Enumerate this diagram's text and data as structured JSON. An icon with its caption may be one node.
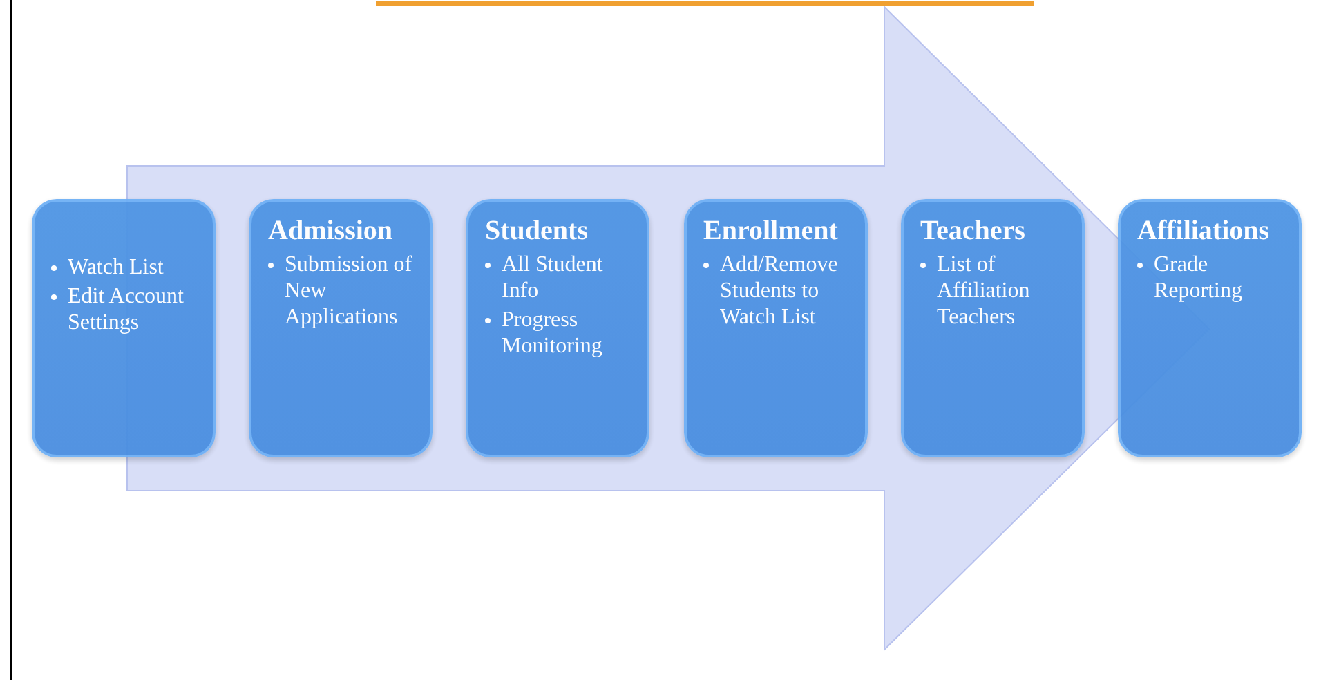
{
  "diagram": {
    "nodes": [
      {
        "text": [
          "Watch List",
          "Edit Account Settings"
        ]
      },
      {
        "text": [
          "Admission",
          "Submission of New Applications"
        ]
      },
      {
        "text": [
          "Students",
          "All Student Info",
          "Progress Monitoring"
        ]
      },
      {
        "text": [
          "Enrollment",
          "Add/Remove Students to Watch List"
        ]
      },
      {
        "text": [
          "Teachers",
          "List of Affiliation Teachers"
        ]
      },
      {
        "text": [
          "Affiliations",
          "Grade Reporting"
        ]
      }
    ],
    "edges": [
      {
        "from": 0,
        "to": 5,
        "arrow": "to"
      }
    ]
  }
}
